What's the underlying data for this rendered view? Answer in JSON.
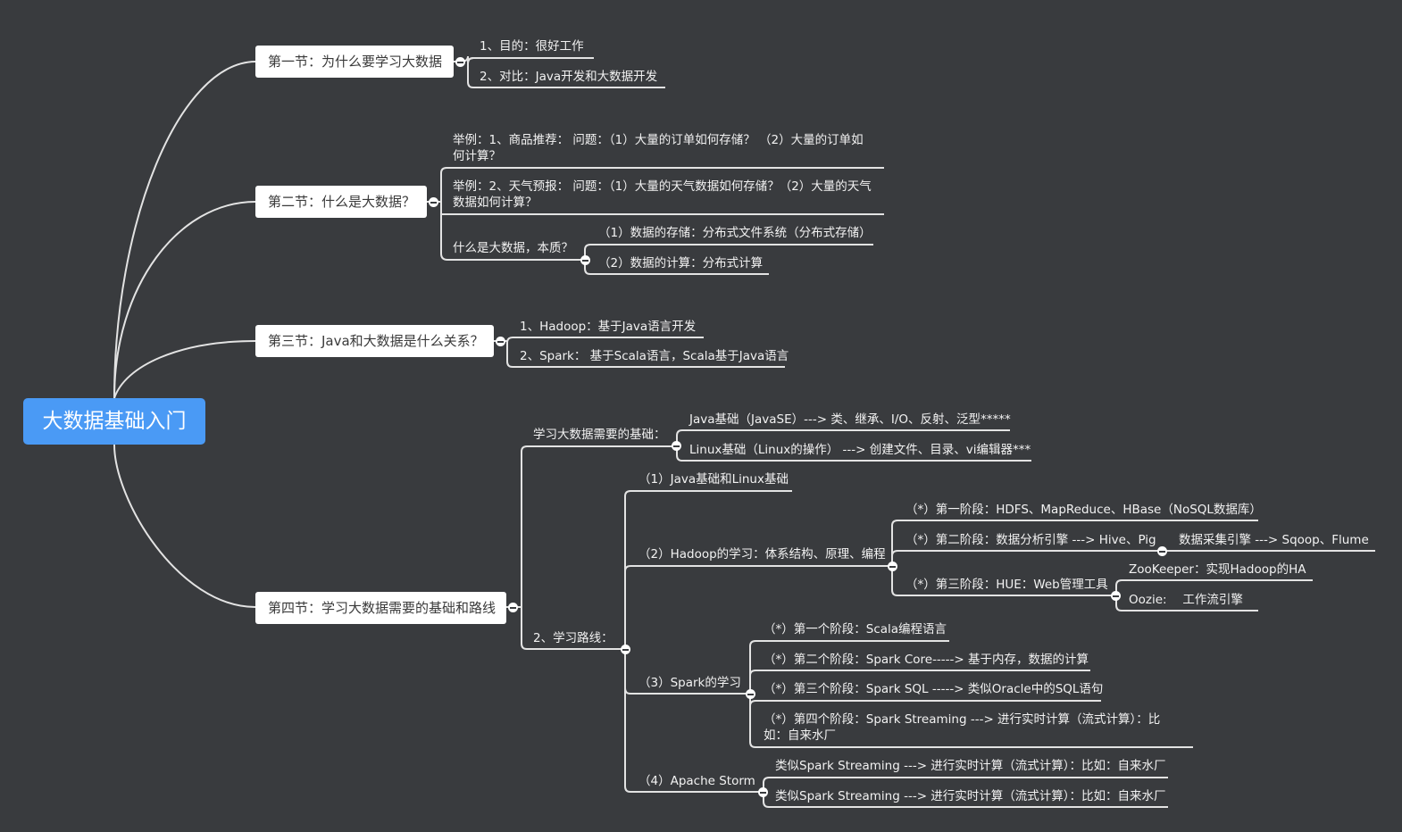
{
  "root": {
    "label": "大数据基础入门"
  },
  "sections": [
    {
      "label": "第一节：为什么要学习大数据",
      "items": [
        "1、目的：很好工作",
        "2、对比：Java开发和大数据开发"
      ]
    },
    {
      "label": "第二节：什么是大数据？",
      "items": [
        "举例：1、商品推荐： 问题：（1）大量的订单如何存储？ （2）大量的订单如何计算？",
        "举例：2、天气预报： 问题：（1）大量的天气数据如何存储？（2）大量的天气数据如何计算？",
        "什么是大数据，本质？"
      ],
      "essence": [
        "（1）数据的存储：分布式文件系统（分布式存储）",
        "（2）数据的计算：分布式计算"
      ]
    },
    {
      "label": "第三节：Java和大数据是什么关系？",
      "items": [
        "1、Hadoop：基于Java语言开发",
        "2、Spark： 基于Scala语言，Scala基于Java语言"
      ]
    },
    {
      "label": "第四节：学习大数据需要的基础和路线",
      "basics": {
        "label": "学习大数据需要的基础：",
        "items": [
          "Java基础（JavaSE）---> 类、继承、I/O、反射、泛型*****",
          "Linux基础（Linux的操作） ---> 创建文件、目录、vi编辑器***"
        ]
      },
      "route": {
        "label": "2、学习路线：",
        "items": [
          {
            "label": "（1）Java基础和Linux基础"
          },
          {
            "label": "（2）Hadoop的学习：体系结构、原理、编程",
            "stages": [
              "（*）第一阶段：HDFS、MapReduce、HBase（NoSQL数据库）",
              "（*）第二阶段：数据分析引擎 ---> Hive、Pig",
              "（*）第三阶段：HUE：Web管理工具"
            ],
            "stage2_child": "数据采集引擎 ---> Sqoop、Flume",
            "stage3_children": [
              "ZooKeeper：实现Hadoop的HA",
              "Oozie:　 工作流引擎"
            ]
          },
          {
            "label": "（3）Spark的学习",
            "stages": [
              "（*）第一个阶段：Scala编程语言",
              "（*）第二个阶段：Spark Core-----> 基于内存，数据的计算",
              "（*）第三个阶段：Spark SQL -----> 类似Oracle中的SQL语句",
              "（*）第四个阶段：Spark Streaming ---> 进行实时计算（流式计算）：比如：自来水厂"
            ]
          },
          {
            "label": "（4）Apache Storm",
            "stages": [
              "类似Spark Streaming ---> 进行实时计算（流式计算）：比如：自来水厂",
              "类似Spark Streaming ---> 进行实时计算（流式计算）：比如：自来水厂"
            ]
          }
        ]
      }
    }
  ]
}
